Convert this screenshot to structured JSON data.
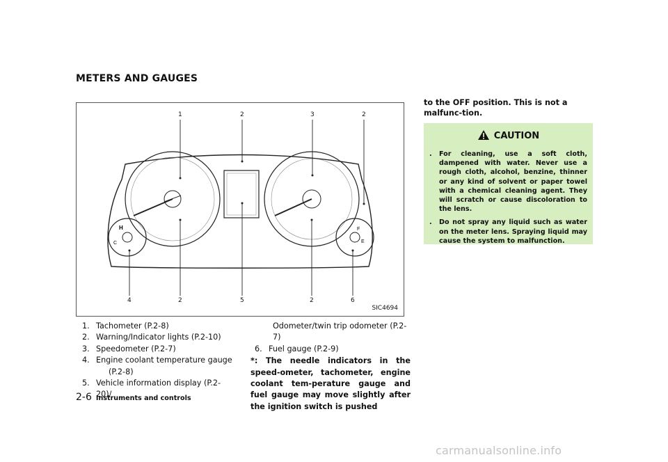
{
  "section": {
    "heading": "METERS AND GAUGES"
  },
  "figure": {
    "code": "SIC4694",
    "callouts_top": [
      "1",
      "2",
      "3",
      "2"
    ],
    "callouts_bottom": [
      "4",
      "2",
      "5",
      "2",
      "6"
    ],
    "gauge_letters": {
      "temp_hot": "H",
      "temp_cold": "C",
      "fuel_full": "F",
      "fuel_empty": "E"
    }
  },
  "list": {
    "items": [
      {
        "num": "1.",
        "text": "Tachometer (P.2-8)"
      },
      {
        "num": "2.",
        "text": "Warning/Indicator lights (P.2-10)"
      },
      {
        "num": "3.",
        "text": "Speedometer (P.2-7)"
      },
      {
        "num": "4.",
        "text": "Engine coolant temperature gauge"
      },
      {
        "num": "5.",
        "text": "Vehicle information display (P.2-20)/"
      }
    ],
    "item4_cont": "(P.2-8)",
    "item5_cont": "Odometer/twin trip odometer (P.2-7)",
    "item6": {
      "num": "6.",
      "text": "Fuel gauge (P.2-9)"
    }
  },
  "note": "*: The needle indicators in the speed-ometer, tachometer, engine coolant tem-perature gauge and fuel gauge may move slightly after the ignition switch is pushed",
  "right": {
    "cont_text": "to the OFF position. This is not a malfunc-tion.",
    "caution_title": "CAUTION",
    "caution_items": [
      "For cleaning, use a soft cloth, dampened with water. Never use a rough cloth, alcohol, benzine, thinner or any kind of solvent or paper towel with a chemical cleaning agent. They will scratch or cause discoloration to the lens.",
      "Do not spray any liquid such as water on the meter lens. Spraying liquid may cause the system to malfunction."
    ],
    "bullet": "."
  },
  "footer": {
    "page": "2-6",
    "chapter": "Instruments and controls"
  },
  "watermark": "carmanualsonline.info"
}
